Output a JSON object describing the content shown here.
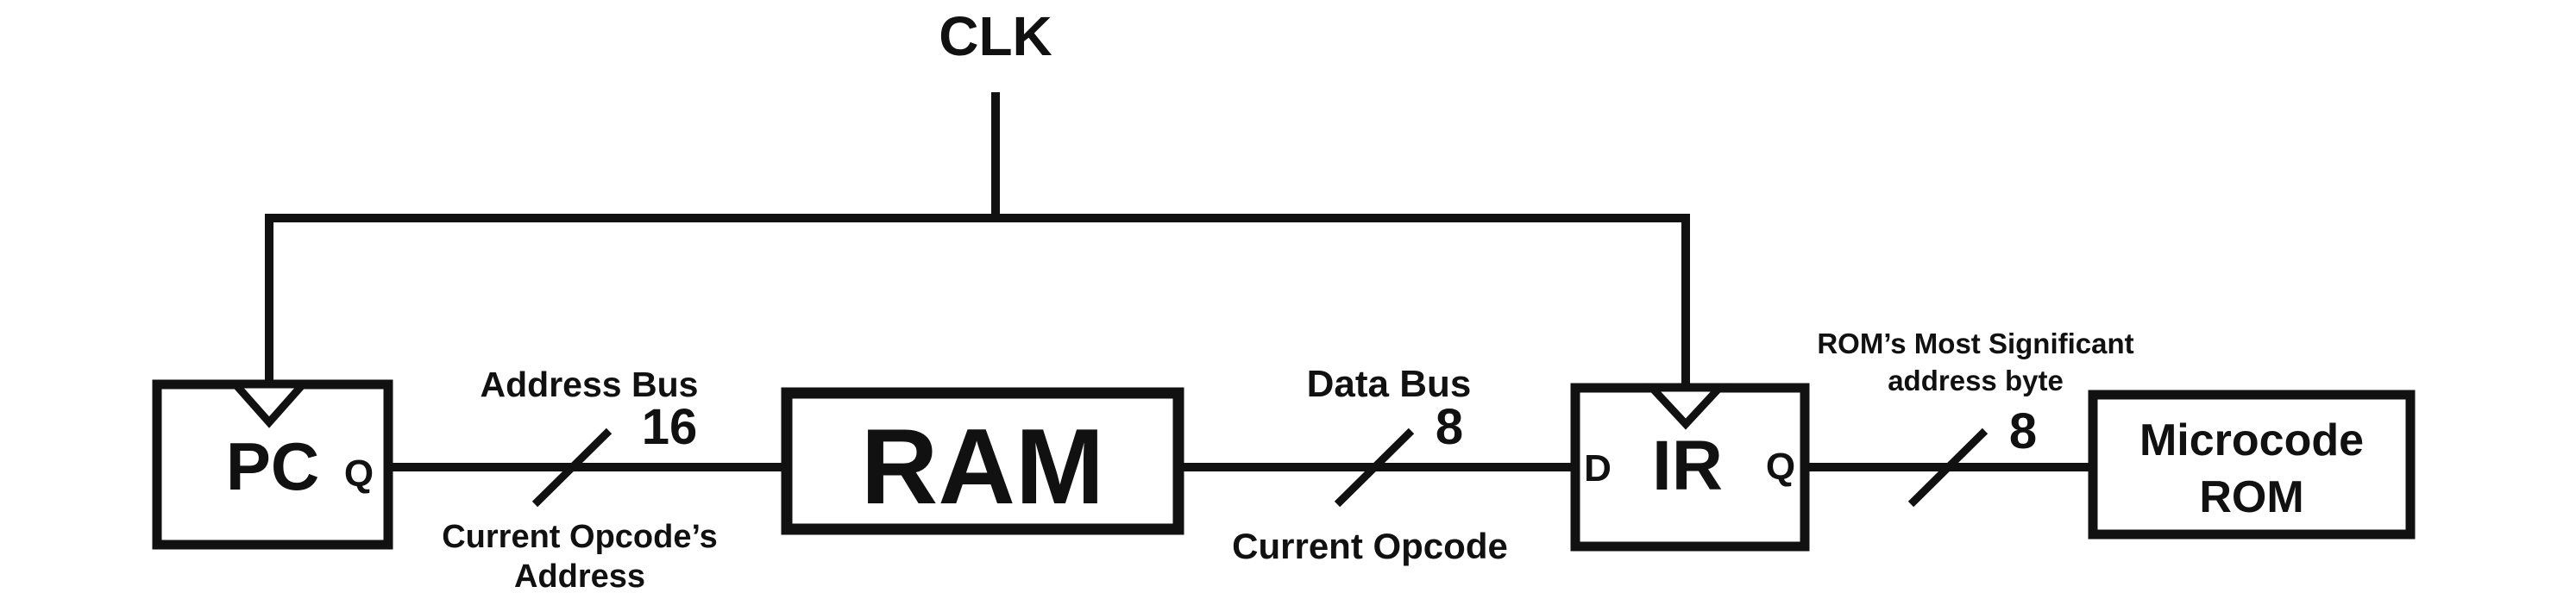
{
  "clock": {
    "label": "CLK"
  },
  "pc": {
    "label": "PC",
    "output_port": "Q"
  },
  "address_bus": {
    "name": "Address Bus",
    "width": "16",
    "caption_line1": "Current Opcode’s",
    "caption_line2": "Address"
  },
  "ram": {
    "label": "RAM"
  },
  "data_bus": {
    "name": "Data Bus",
    "width": "8",
    "caption": "Current Opcode"
  },
  "ir": {
    "label": "IR",
    "input_port": "D",
    "output_port": "Q"
  },
  "rom_bus": {
    "name_line1": "ROM’s Most Significant",
    "name_line2": "address byte",
    "width": "8"
  },
  "microcode_rom": {
    "label_line1": "Microcode",
    "label_line2": "ROM"
  },
  "colors": {
    "stroke": "#111111",
    "background": "#ffffff"
  }
}
